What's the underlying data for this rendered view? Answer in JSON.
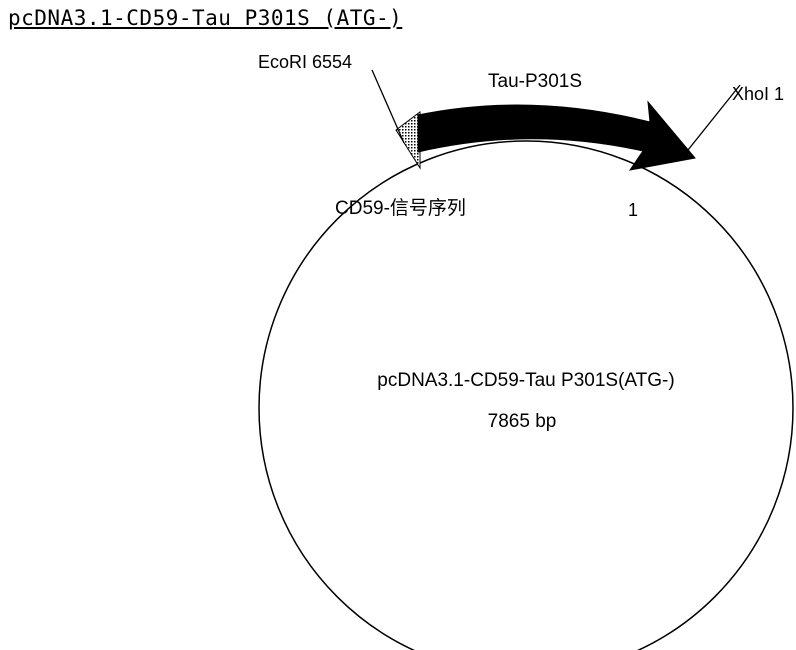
{
  "title": "pcDNA3.1-CD59-Tau P301S (ATG-)",
  "plasmid": {
    "name": "pcDNA3.1-CD59-Tau P301S(ATG-)",
    "size": "7865 bp"
  },
  "features": {
    "gene": "Tau-P301S",
    "signal": "CD59-信号序列"
  },
  "sites": {
    "ecori": "EcoRI 6554",
    "xhoi": "XhoI 1",
    "origin": "1"
  }
}
